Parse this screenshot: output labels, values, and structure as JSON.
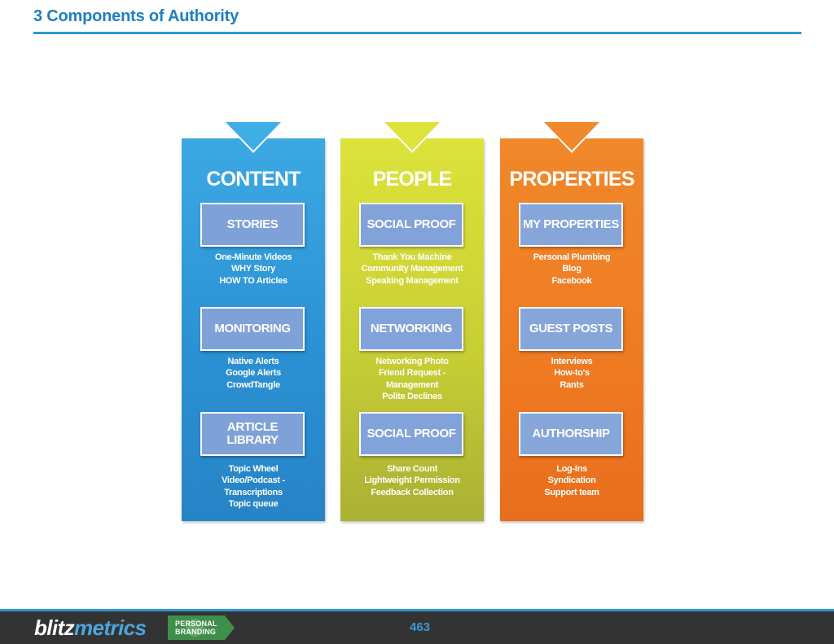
{
  "page": {
    "title": "3 Components of Authority",
    "page_number": "463"
  },
  "columns": [
    {
      "heading": "CONTENT",
      "color": "#2a8fd2",
      "items": [
        {
          "label": "STORIES",
          "lines": [
            "One-Minute Videos",
            "WHY Story",
            "HOW TO Articles"
          ]
        },
        {
          "label": "MONITORING",
          "lines": [
            "Native Alerts",
            "Google Alerts",
            "CrowdTangle"
          ]
        },
        {
          "label_lines": [
            "ARTICLE",
            "LIBRARY"
          ],
          "lines": [
            "Topic Wheel",
            "Video/Podcast -",
            "Transcriptions",
            "Topic queue"
          ]
        }
      ]
    },
    {
      "heading": "PEOPLE",
      "color": "#c8cf34",
      "items": [
        {
          "label": "SOCIAL PROOF",
          "lines": [
            "Thank You Machine",
            "Community Management",
            "Speaking Management"
          ]
        },
        {
          "label": "NETWORKING",
          "lines": [
            "Networking Photo",
            "Friend Request -",
            "Management",
            "Polite Declines"
          ]
        },
        {
          "label": "SOCIAL PROOF",
          "lines": [
            "Share Count",
            "Lightweight Permission",
            "Feedback Collection"
          ]
        }
      ]
    },
    {
      "heading": "PROPERTIES",
      "color": "#ee7a22",
      "items": [
        {
          "label": "MY PROPERTIES",
          "lines": [
            "Personal Plumbing",
            "Blog",
            "Facebook"
          ]
        },
        {
          "label": "GUEST POSTS",
          "lines": [
            "Interviews",
            "How-to's",
            "Rants"
          ]
        },
        {
          "label": "AUTHORSHIP",
          "lines": [
            "Log-Ins",
            "Syndication",
            "Support team"
          ]
        }
      ]
    }
  ],
  "footer": {
    "logo_part1": "blitz",
    "logo_part2": "metrics",
    "badge_line1": "PERSONAL",
    "badge_line2": "BRANDING"
  },
  "colors": {
    "title": "#1f7fbf",
    "rule": "#2b98d3",
    "footer_bg": "#333333",
    "badge": "#3f8f4a"
  }
}
